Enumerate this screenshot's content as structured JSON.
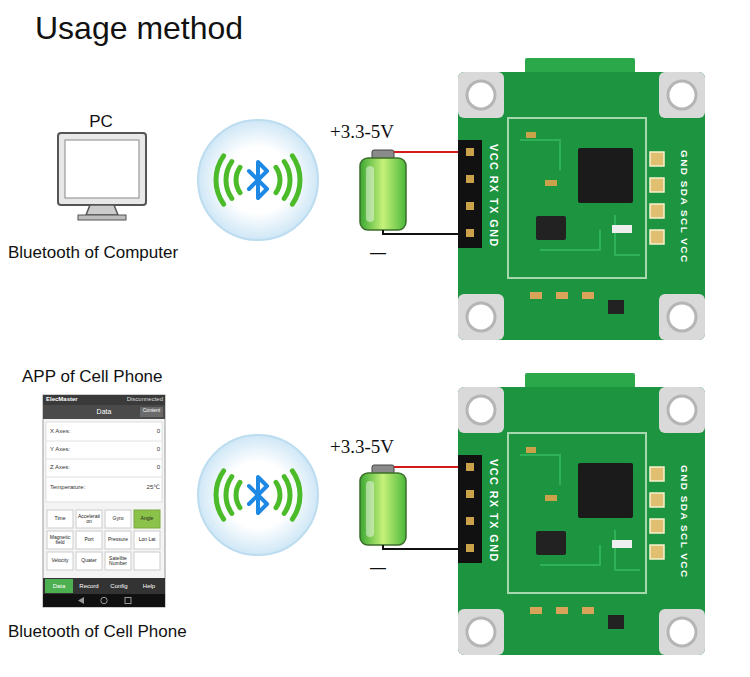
{
  "diagram": {
    "title": "Usage method",
    "labels": [
      "PC",
      "Bluetooth of Computer",
      "+3.3-5V",
      "—",
      "VCC RX TX GND",
      "GND SDA SCL VCC",
      "APP of Cell Phone",
      "ElecMaster",
      "Disconnected",
      "Data",
      "Content",
      "X Axes:",
      "0",
      "Y Axes:",
      "0",
      "Z Axes:",
      "0",
      "Temperature:",
      "25℃",
      "Time",
      "Acceleration",
      "Gyro",
      "Angle",
      "Magnetic field",
      "Port",
      "Pressure",
      "Lon Lat",
      "Velocity",
      "Quater",
      "Satellite Number",
      "Data",
      "Record",
      "Config",
      "Help",
      "Bluetooth of Cell Phone",
      "+3.3-5V",
      "—",
      "VCC RX TX GND",
      "GND SDA SCL VCC"
    ]
  }
}
